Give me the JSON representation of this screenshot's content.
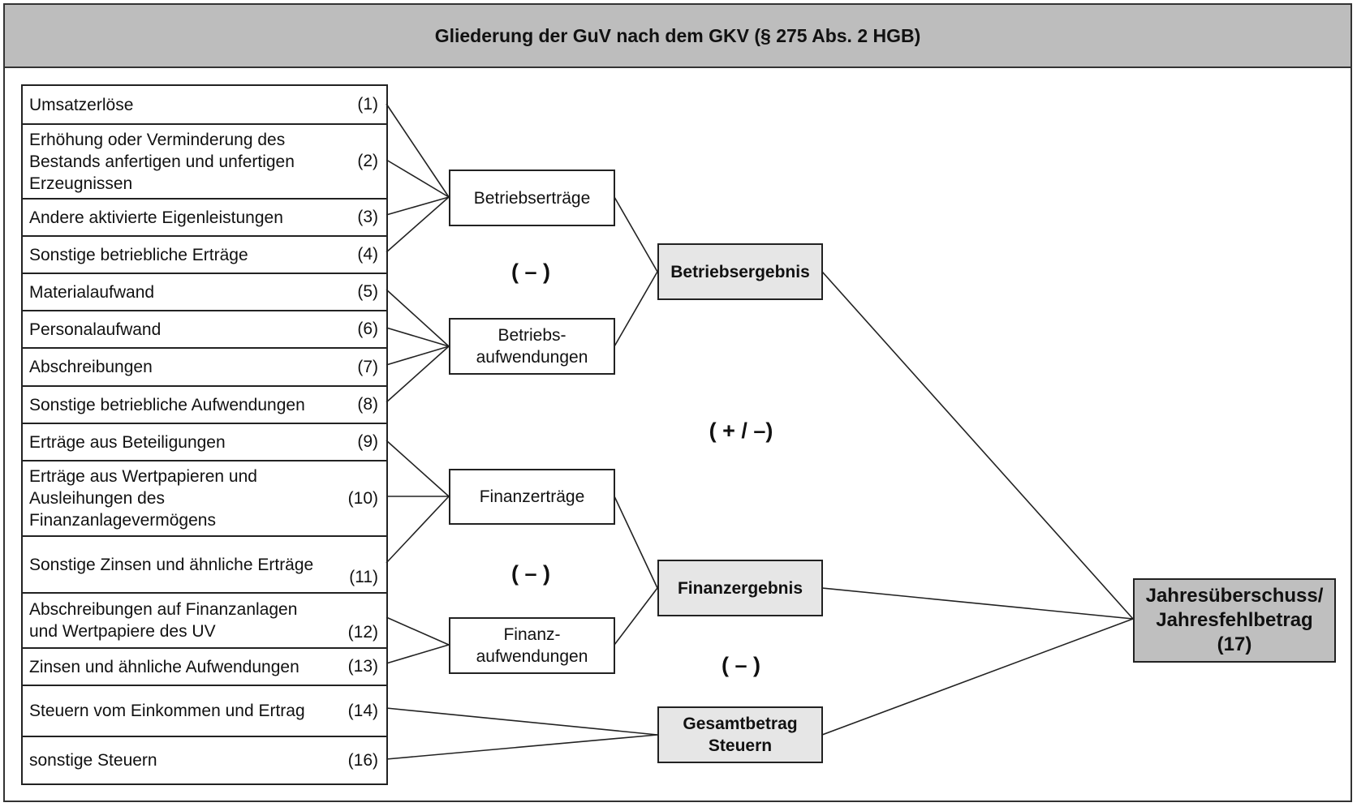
{
  "title": "Gliederung der GuV nach dem GKV (§ 275 Abs. 2 HGB)",
  "items": [
    {
      "label": "Umsatzerlöse",
      "num": "(1)"
    },
    {
      "label": "Erhöhung oder Verminderung des Bestands anfertigen und unfertigen Erzeugnissen",
      "num": "(2)"
    },
    {
      "label": "Andere aktivierte Eigenleistungen",
      "num": "(3)"
    },
    {
      "label": "Sonstige betriebliche Erträge",
      "num": "(4)"
    },
    {
      "label": "Materialaufwand",
      "num": "(5)"
    },
    {
      "label": "Personalaufwand",
      "num": "(6)"
    },
    {
      "label": "Abschreibungen",
      "num": "(7)"
    },
    {
      "label": "Sonstige betriebliche Aufwendungen",
      "num": "(8)"
    },
    {
      "label": "Erträge aus Beteiligungen",
      "num": "(9)"
    },
    {
      "label": "Erträge aus Wertpapieren und Ausleihungen des Finanzanlagevermögens",
      "num": "(10)"
    },
    {
      "label": "Sonstige Zinsen und ähnliche Erträge",
      "num": "(11)"
    },
    {
      "label": "Abschreibungen auf Finanzanlagen und Wertpapiere des UV",
      "num": "(12)"
    },
    {
      "label": "Zinsen und ähnliche Aufwendungen",
      "num": "(13)"
    },
    {
      "label": "Steuern vom Einkommen und Ertrag",
      "num": "(14)"
    },
    {
      "label": "sonstige Steuern",
      "num": "(16)"
    }
  ],
  "groups": {
    "betriebsertraege": "Betriebserträge",
    "betriebsaufwendungen": "Betriebs-\naufwendungen",
    "finanzertraege": "Finanzerträge",
    "finanzaufwendungen": "Finanz-\naufwendungen"
  },
  "results": {
    "betriebsergebnis": "Betriebsergebnis",
    "finanzergebnis": "Finanzergebnis",
    "steuern": "Gesamtbetrag\nSteuern",
    "final": "Jahresüberschuss/\nJahresfehlbetrag\n(17)"
  },
  "operators": {
    "minus_betrieb": "( – )",
    "plus_minus": "( + / –)",
    "minus_finanz": "( – )",
    "minus_steuern": "( – )"
  }
}
